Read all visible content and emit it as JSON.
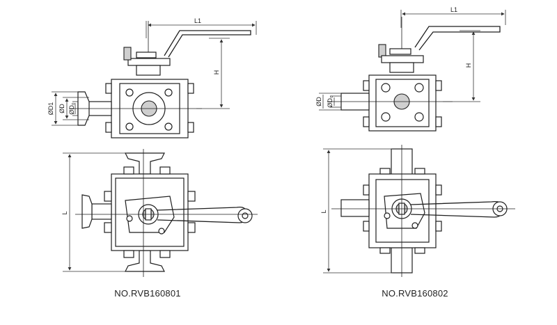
{
  "drawings": [
    {
      "model_no": "NO.RVB160801",
      "dimension_labels": {
        "handle_length": "L1",
        "height": "H",
        "overall_length": "L",
        "dia_1": "ØD1",
        "dia_2": "ØD",
        "dia_3": "ØD₀"
      }
    },
    {
      "model_no": "NO.RVB160802",
      "dimension_labels": {
        "handle_length": "L1",
        "height": "H",
        "overall_length": "L",
        "dia_1": "ØD",
        "dia_2": "ØD₀"
      }
    }
  ],
  "colors": {
    "line": "#1e1e1e",
    "shade": "#cfcfcf",
    "background": "#ffffff"
  }
}
